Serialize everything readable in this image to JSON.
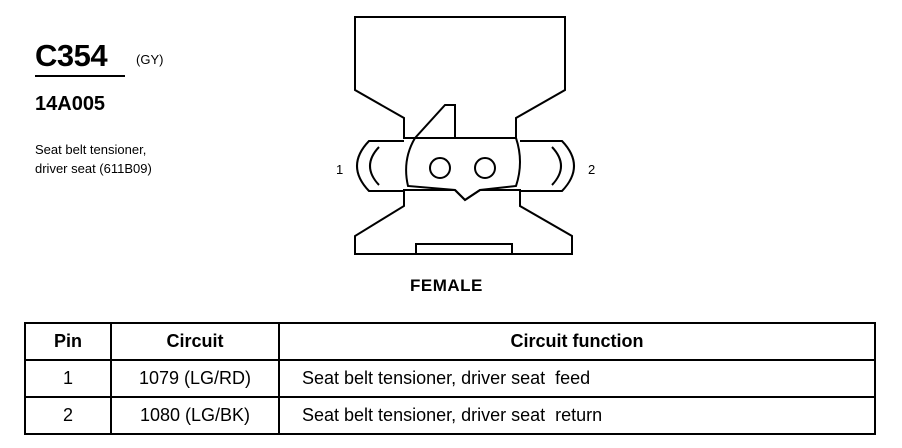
{
  "connector": {
    "id": "C354",
    "color": "(GY)",
    "part_number": "14A005",
    "description_lines": [
      "Seat belt tensioner,",
      "driver seat (611B09)"
    ]
  },
  "diagram": {
    "pin_labels": [
      "1",
      "2"
    ],
    "gender": "FEMALE"
  },
  "table": {
    "headers": [
      "Pin",
      "Circuit",
      "Circuit function"
    ],
    "rows": [
      [
        "1",
        "1079 (LG/RD)",
        "Seat belt tensioner, driver seat  feed"
      ],
      [
        "2",
        "1080 (LG/BK)",
        "Seat belt tensioner, driver seat  return"
      ]
    ]
  }
}
